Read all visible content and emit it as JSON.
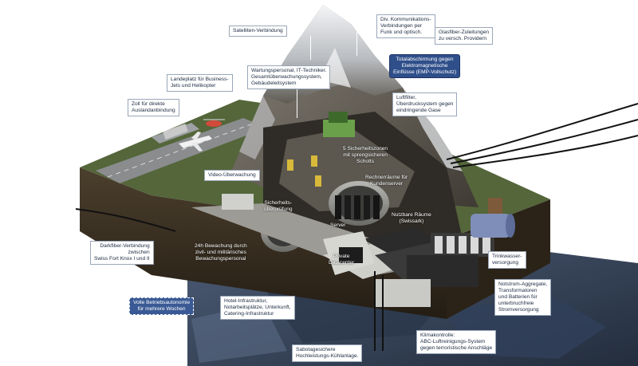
{
  "labels": {
    "satellite": "Satelliten-Verbindung",
    "communications": "Div. Kommunikations-\nVerbindungen per\nFunk und optisch.",
    "glassfiber": "Glasfiber-Zuleitungen\nzu versch. Providern",
    "emp_shield": "Totalabschirmung gegen\nElektromagnetische\nEinflüsse (EMP-Vollschutz)",
    "maintenance": "Wartungspersonal, IT-Techniker.\nGesamtüberwachungssystem,\nGebäudeleitsystem",
    "landing": "Landeplatz für Business-\nJets und Helikopter",
    "customs": "Zoll für direkte\nAuslandanbindung",
    "airfilter": "Luftfilter,\nÜberdrucksystem gegen\neindringende Gase",
    "security_zones": "5 Sicherheitszonen\nmit sprengsicheren\nSchotts",
    "video": "Video-Überwachung",
    "computer_rooms": "Rechnerräume für\nKundenserver",
    "security_check": "Sicherheits-\nüberprüfung",
    "server": "Server",
    "usable_rooms": "Nutzbare Räume\n(Swissark)",
    "darkfiber": "Darkfiber-Verbindung\nzwischen\nSwiss Fort Knox I und II",
    "guard": "24h Bewachung durch\nzivil- und militärisches\nBewachungspersonal",
    "private_dc": "Private\nDatacenter",
    "water": "Trinkwasser-\nversorgung",
    "power": "Notstrom-Aggregate,\nTransformatoren\nund Batterien für\nunterbruchfreie\nStromversorgung",
    "autonomy": "Volle Betriebsautonomie\nfür mehrere Wochen",
    "hotel": "Hotel-Infrastruktur,\nNotarbeitsplätze, Unterkunft,\nCatering-Infrastruktur",
    "climate": "Klimakontrolle:\nABC-Luftreinigungs-System\ngegen terroristische Anschläge",
    "cooling": "Sabotagesichere\nHochleistungs-Kühlanlage."
  },
  "colors": {
    "label_border": "#9aa7b8",
    "label_text": "#1b2a40",
    "accent_blue": "#2f4f8a",
    "mountain_rock": "#6f6a62",
    "snow": "#ecedf0",
    "soil": "#3e3426",
    "grass": "#5b6e3a",
    "lake": "#3c4c63",
    "runway": "#8a8c8e"
  }
}
